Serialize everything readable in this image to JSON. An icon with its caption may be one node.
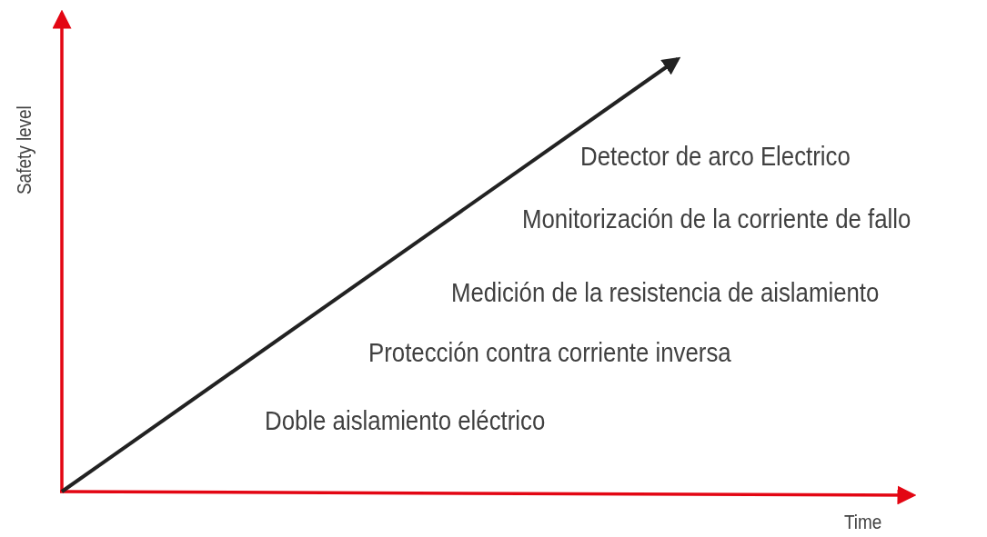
{
  "diagram": {
    "labels": [
      "Safety level",
      "Detector de arco Electrico",
      "Monitorización de la corriente de fallo",
      "Medición de la resistencia de aislamiento",
      "Protección contra corriente inversa",
      "Doble aislamiento eléctrico",
      "Time"
    ]
  }
}
